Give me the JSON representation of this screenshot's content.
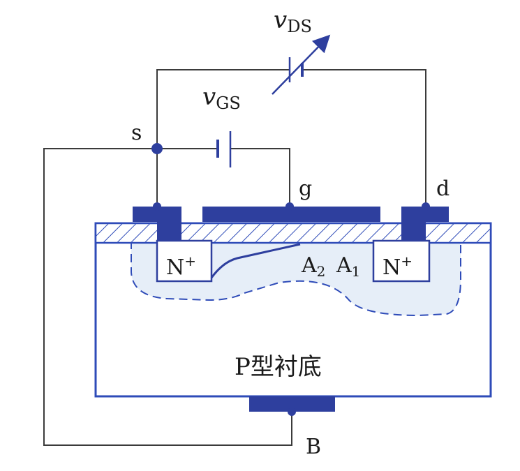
{
  "labels": {
    "vds_main": "v",
    "vds_sub": "DS",
    "vgs_main": "v",
    "vgs_sub": "GS",
    "source": "s",
    "gate": "g",
    "drain": "d",
    "n_left": "N",
    "n_right": "N",
    "sup": "+",
    "a2": "A",
    "a2_sub": "2",
    "a1": "A",
    "a1_sub": "1",
    "substrate": "P型衬底",
    "body": "B"
  },
  "colors": {
    "wire": "#3b3b3b",
    "metal": "#2e3f9e",
    "outline": "#2e4bb8",
    "depletion": "#e6eef8",
    "channel": "#2e3f9e"
  }
}
